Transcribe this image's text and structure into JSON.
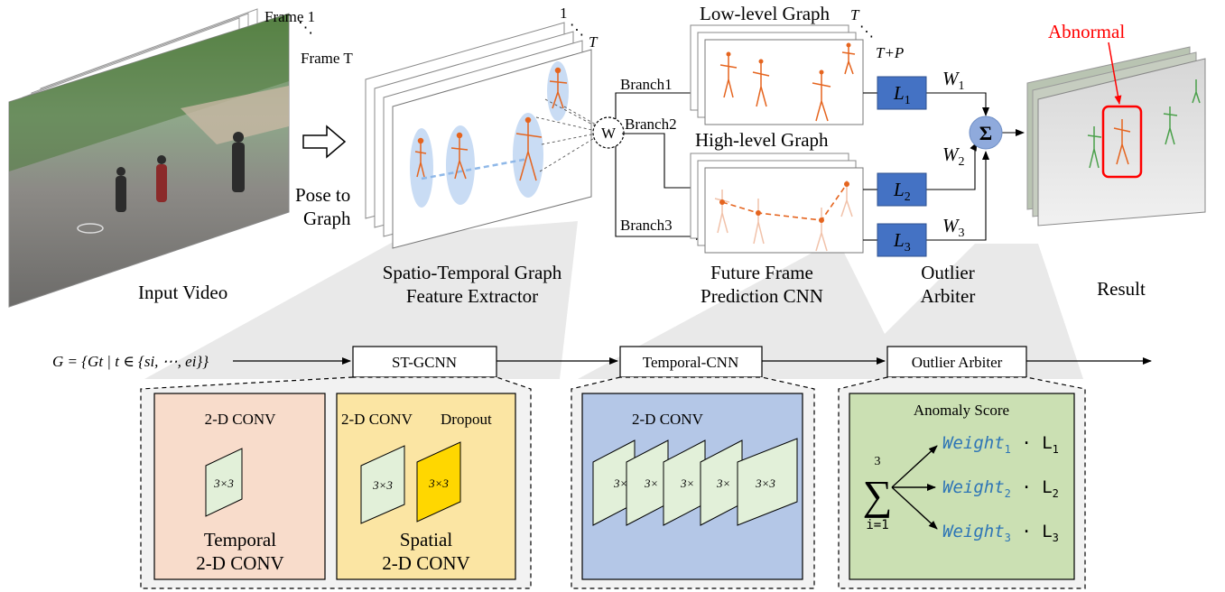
{
  "input": {
    "caption": "Input Video",
    "frame_first": "Frame 1",
    "frame_last": "Frame T",
    "arrow_label_line1": "Pose to",
    "arrow_label_line2": "Graph"
  },
  "extractor": {
    "index_first": "1",
    "index_last": "T",
    "node_label": "W",
    "caption_line1": "Spatio-Temporal Graph",
    "caption_line2": "Feature Extractor"
  },
  "prediction": {
    "low_level_title": "Low-level Graph",
    "high_level_title": "High-level Graph",
    "index_first": "T",
    "index_last": "T+P",
    "branches": [
      "Branch1",
      "Branch2",
      "Branch3"
    ],
    "losses": [
      "L1",
      "L2",
      "L3"
    ],
    "weights": [
      "W1",
      "W2",
      "W3"
    ],
    "caption_line1": "Future Frame",
    "caption_line2": "Prediction CNN"
  },
  "arbiter": {
    "sum_symbol": "Σ",
    "caption_line1": "Outlier",
    "caption_line2": "Arbiter"
  },
  "result": {
    "caption": "Result",
    "abnormal_label": "Abnormal"
  },
  "pipeline": {
    "input_formula": "G = {Gt | t ∈ {si, ⋯, ei}}",
    "stages": [
      "ST-GCNN",
      "Temporal-CNN",
      "Outlier Arbiter"
    ]
  },
  "stgcnn_detail": {
    "temporal": {
      "top": "2-D CONV",
      "kernel": "3×3",
      "bottom_line1": "Temporal",
      "bottom_line2": "2-D CONV"
    },
    "spatial": {
      "top_left": "2-D CONV",
      "top_right": "Dropout",
      "kernels": [
        "3×3",
        "3×3"
      ],
      "bottom_line1": "Spatial",
      "bottom_line2": "2-D CONV"
    }
  },
  "temporal_cnn_detail": {
    "title": "2-D CONV",
    "kernels": [
      "3×",
      "3×",
      "3×",
      "3×",
      "3×3"
    ]
  },
  "arbiter_detail": {
    "title": "Anomaly Score",
    "sum_upper": "3",
    "sum_lower": "i=1",
    "terms": [
      {
        "weight": "Weight1",
        "loss": "L1"
      },
      {
        "weight": "Weight2",
        "loss": "L2"
      },
      {
        "weight": "Weight3",
        "loss": "L3"
      }
    ]
  },
  "colors": {
    "loss_box": "#4472c4",
    "sum_node": "#8faadc",
    "temporal_panel": "#f8dccb",
    "spatial_panel": "#fbe5a3",
    "temporal_cnn_panel": "#b4c7e7",
    "arbiter_panel": "#cbe0b3",
    "kernel_green": "#e2f0d9",
    "kernel_yellow": "#ffd700",
    "weight_text": "#2e75b6",
    "abnormal": "#ff0000",
    "skeleton": "#e5641e"
  }
}
